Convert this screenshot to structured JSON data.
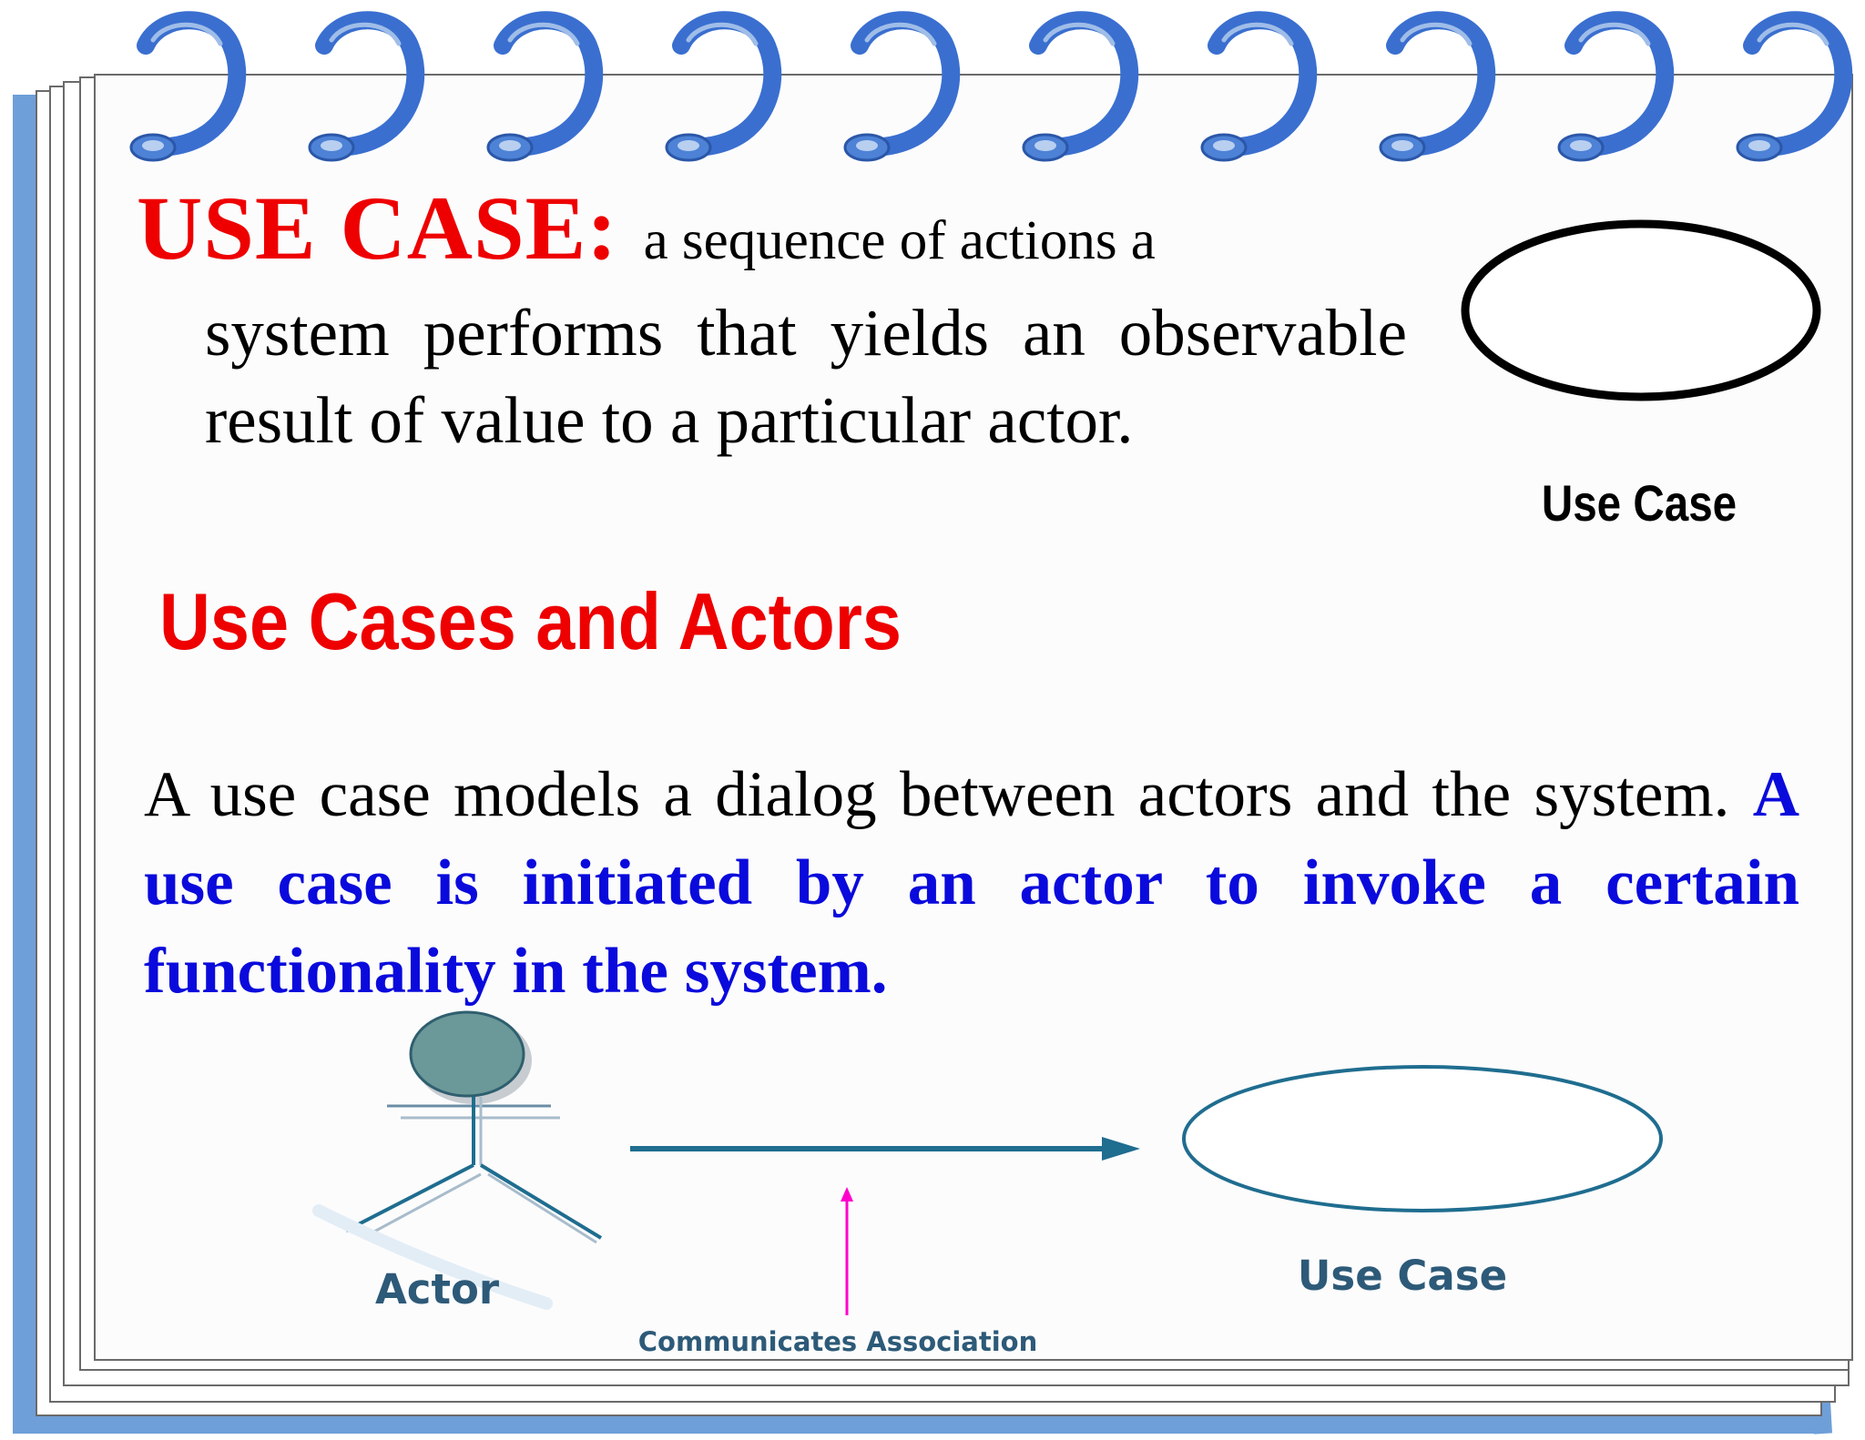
{
  "definition": {
    "keyword": "USE CASE:",
    "first_line": "a sequence of actions a",
    "rest": "system performs that yields an observable result of value to a particular actor."
  },
  "symbol_label": "Use Case",
  "section_title": "Use Cases and Actors",
  "paragraph": {
    "plain": "A use case models a dialog between actors and the system.",
    "emphasis": "A use case is initiated by an actor to invoke a certain functionality in the system."
  },
  "diagram": {
    "actor_label": "Actor",
    "use_case_label": "Use Case",
    "association_label": "Communicates Association"
  },
  "colors": {
    "keyword_red": "#ee0000",
    "emphasis_blue": "#0a0adc",
    "binder_blue": "#3a6fd0",
    "frame_blue": "#6f9fd8",
    "diagram_teal": "#1f6d8f",
    "pointer_magenta": "#ff00cc"
  }
}
